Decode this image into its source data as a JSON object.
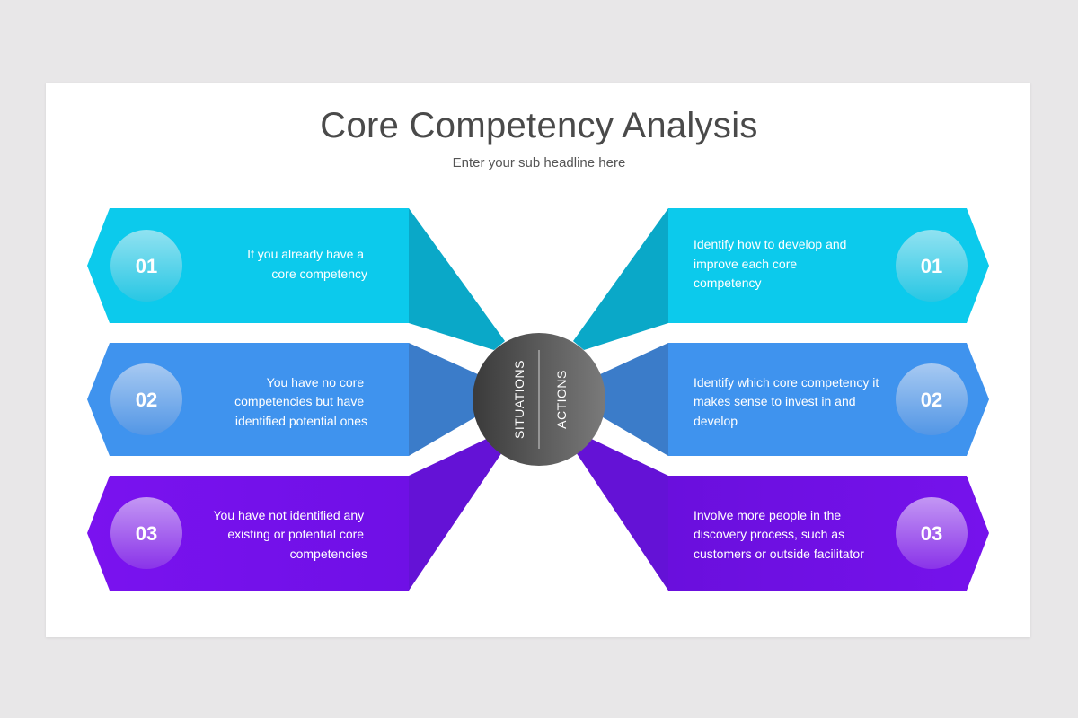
{
  "title": "Core Competency Analysis",
  "subtitle": "Enter your sub headline here",
  "center": {
    "left_label": "SITUATIONS",
    "right_label": "ACTIONS"
  },
  "colors": {
    "row1": "#0ccaec",
    "row1_dark": "#0aa7c6",
    "row2": "#3f93ee",
    "row2_dark": "#3c7ccd",
    "row3": "#7b10ee",
    "row3_dark": "#6a12d4",
    "circle": "#5a5a5a"
  },
  "situations": [
    {
      "number": "01",
      "lines": [
        "If you already have a",
        "core competency"
      ]
    },
    {
      "number": "02",
      "lines": [
        "You have no core",
        "competencies but have",
        "identified potential ones"
      ]
    },
    {
      "number": "03",
      "lines": [
        "You have not identified any",
        "existing or potential core",
        "competencies"
      ]
    }
  ],
  "actions": [
    {
      "number": "01",
      "lines": [
        "Identify how to develop and",
        "improve each core",
        "competency"
      ]
    },
    {
      "number": "02",
      "lines": [
        "Identify which core competency it",
        "makes sense to invest in and",
        "develop"
      ]
    },
    {
      "number": "03",
      "lines": [
        "Involve more people in the",
        "discovery process, such as",
        "customers or outside facilitator"
      ]
    }
  ]
}
